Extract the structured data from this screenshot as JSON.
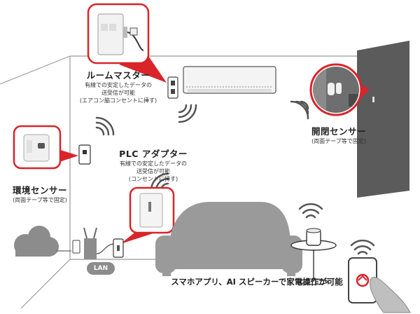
{
  "room_master": {
    "title": "ルームマスター",
    "desc_1": "有線での安定したデータの",
    "desc_2": "送受信が可能",
    "desc_3": "(エアコン脇コンセントに挿す)"
  },
  "door_sensor": {
    "title": "開閉センサー",
    "desc_1": "(両面テープ等で固定)"
  },
  "plc_adapter": {
    "title": "PLC アダプター",
    "desc_1": "有線での安定したデータの",
    "desc_2": "送受信が可能",
    "desc_3": "(コンセントに挿す)"
  },
  "env_sensor": {
    "title": "環境センサー",
    "desc_1": "(両面テープ等で固定)"
  },
  "lan_label": "LAN",
  "caption": "スマホアプリ、AI スピーカーで家電操作が可能",
  "colors": {
    "accent_red": "#d9242a",
    "wall_gray": "#5b5b5b",
    "sofa_gray": "#9a9a9a",
    "line_gray": "#888888"
  }
}
